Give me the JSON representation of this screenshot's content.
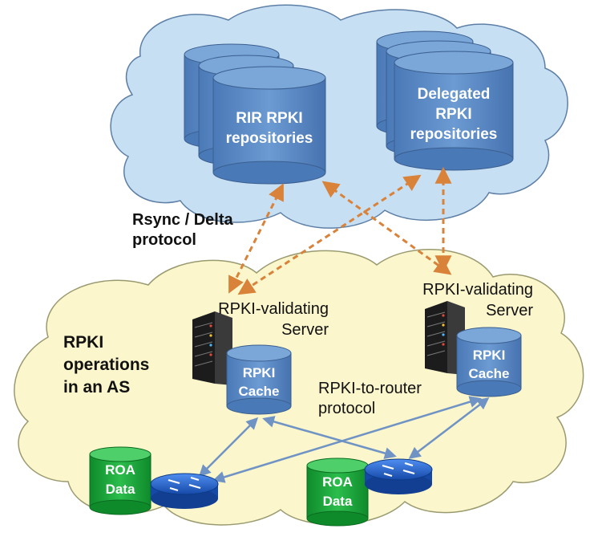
{
  "colors": {
    "upper_cloud": "#c7dff2",
    "lower_cloud": "#fbf6cc",
    "cylinder_blue": "#5b89c5",
    "cylinder_top": "#7aa6d8",
    "roa_green": "#1aa138",
    "router_blue": "#1e5fcc",
    "arrow_orange": "#d9823a",
    "arrow_blue": "#6f93c4"
  },
  "repositories": {
    "rir_label": "RIR RPKI\nrepositories",
    "delegated_label": "Delegated\nRPKI\nrepositories"
  },
  "rsync_label": "Rsync / Delta\nprotocol",
  "as_label": "RPKI\noperations\nin an AS",
  "servers": {
    "left_label": "RPKI-validating\nServer",
    "right_label": "RPKI-validating\nServer",
    "cache_label": "RPKI\nCache"
  },
  "router_protocol_label": "RPKI-to-router\nprotocol",
  "roa_label": "ROA\nData",
  "icons": [
    "server-rack-icon",
    "router-icon",
    "database-icon"
  ]
}
